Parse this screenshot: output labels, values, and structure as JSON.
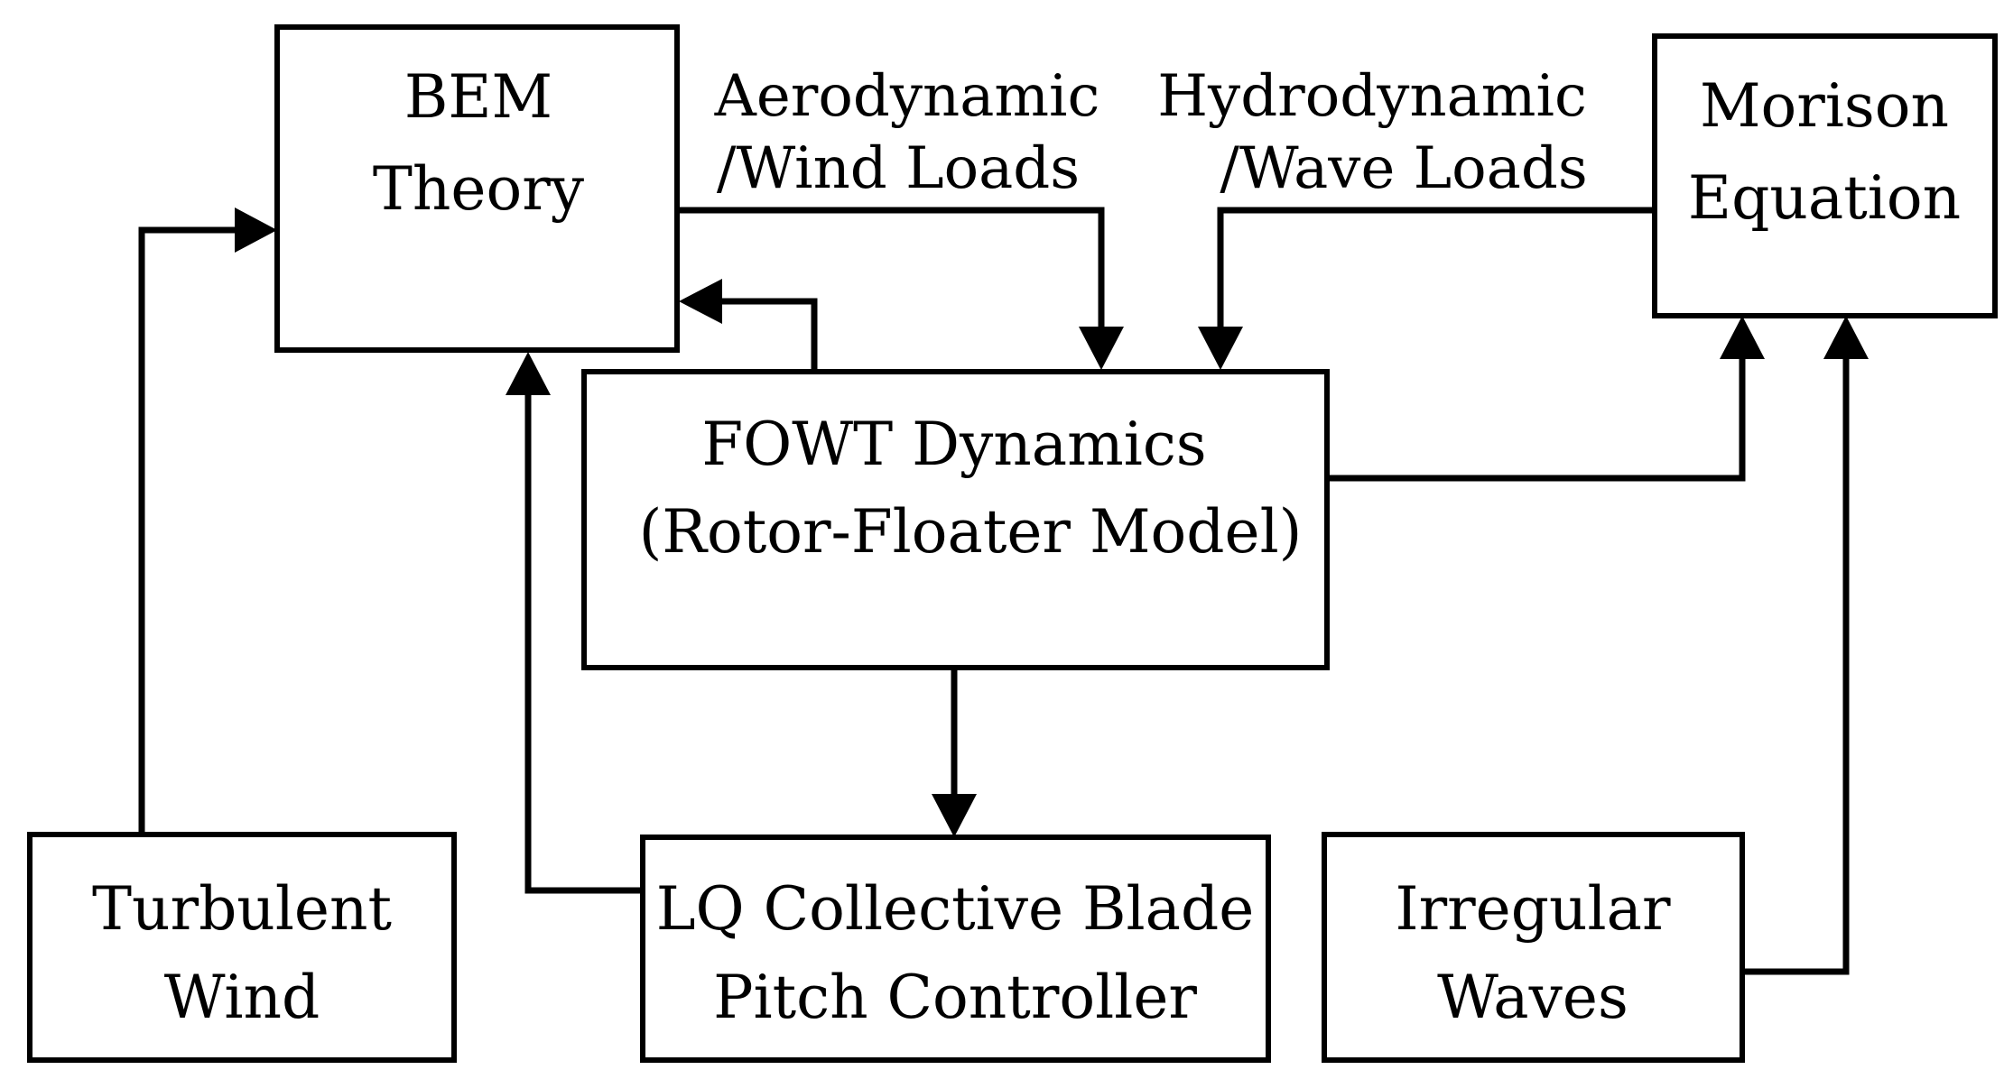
{
  "blocks": {
    "bem": {
      "line1": "BEM",
      "line2": "Theory"
    },
    "morison": {
      "line1": "Morison",
      "line2": "Equation"
    },
    "fowt": {
      "line1": "FOWT Dynamics",
      "line2": "(Rotor-Floater Model)"
    },
    "wind": {
      "line1": "Turbulent",
      "line2": "Wind"
    },
    "controller": {
      "line1": "LQ Collective Blade",
      "line2": "Pitch Controller"
    },
    "waves": {
      "line1": "Irregular",
      "line2": "Waves"
    }
  },
  "labels": {
    "aero": {
      "line1": "Aerodynamic",
      "line2": "/Wind Loads"
    },
    "hydro": {
      "line1": "Hydrodynamic",
      "line2": "/Wave Loads"
    }
  },
  "colors": {
    "stroke": "#000000",
    "fill": "#ffffff"
  }
}
